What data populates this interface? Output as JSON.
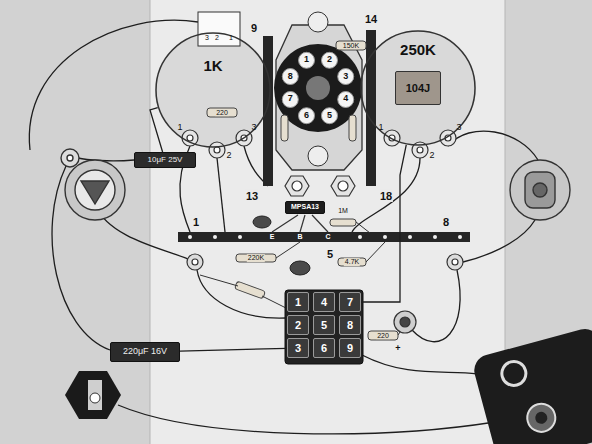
{
  "diagram": {
    "nodes": [
      {
        "text": [
          "1K"
        ]
      },
      {
        "text": [
          "250K"
        ]
      },
      {
        "text": [
          "104J"
        ],
        "in": 1
      },
      {
        "text": [
          "MPSA13"
        ]
      },
      {
        "text": [
          "10μF 25V"
        ]
      },
      {
        "text": [
          "220μF 16V"
        ]
      },
      {
        "text": [
          "1"
        ]
      },
      {
        "text": [
          "4"
        ]
      },
      {
        "text": [
          "7"
        ]
      },
      {
        "text": [
          "2"
        ]
      },
      {
        "text": [
          "5"
        ]
      },
      {
        "text": [
          "8"
        ]
      },
      {
        "text": [
          "3"
        ]
      },
      {
        "text": [
          "6"
        ]
      },
      {
        "text": [
          "9"
        ]
      }
    ],
    "edges": [
      {
        "from": 4,
        "to": 0,
        "arrow": "none"
      },
      {
        "from": 5,
        "to": 12,
        "arrow": "none"
      },
      {
        "from": 1,
        "to": 8,
        "arrow": "none"
      }
    ],
    "labels": [
      "3",
      "2",
      "1",
      "220",
      "1",
      "2",
      "3",
      "1",
      "2",
      "3",
      "9",
      "14",
      "150K",
      "13",
      "18",
      "1",
      "2",
      "3",
      "4",
      "5",
      "6",
      "7",
      "8",
      "1M",
      "E",
      "B",
      "C",
      "1",
      "8",
      "5",
      "4.7K",
      "220K",
      "220",
      "+"
    ]
  }
}
